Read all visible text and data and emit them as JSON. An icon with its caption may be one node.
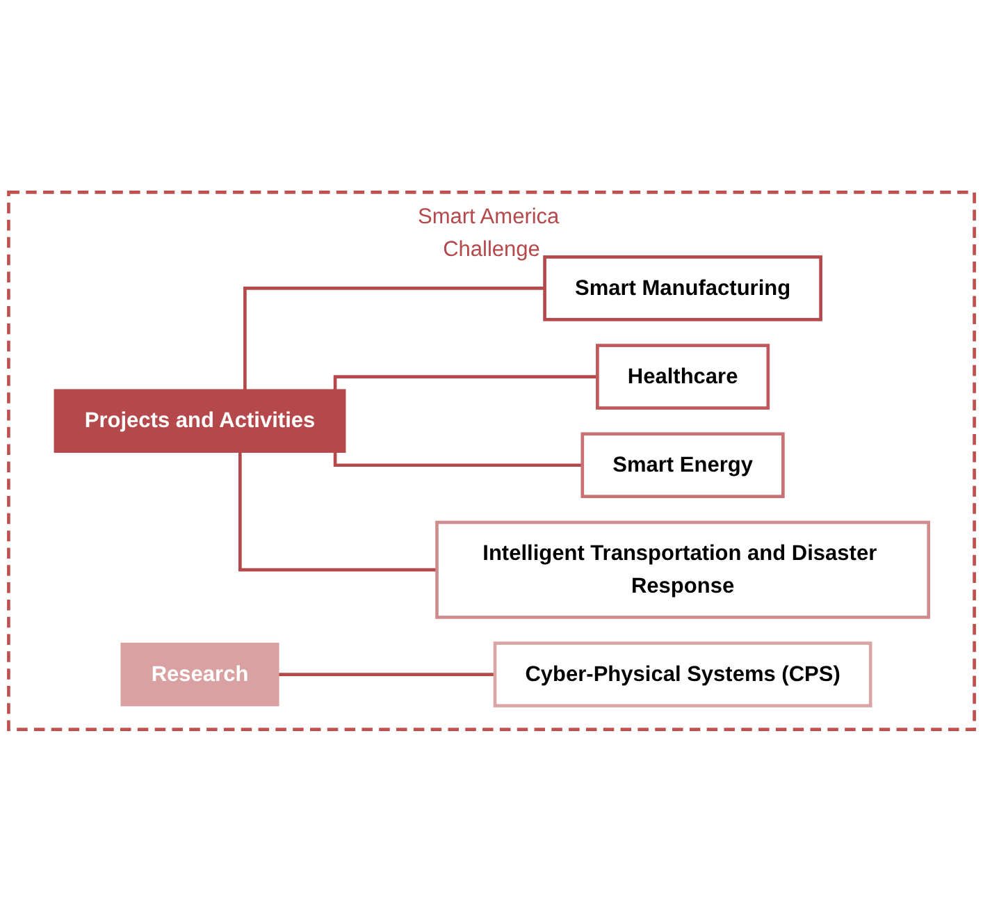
{
  "diagram": {
    "nodes": [
      {
        "text": [
          "Smart America Challenge"
        ]
      },
      {
        "text": [
          "Projects and Activities"
        ],
        "in": 0
      },
      {
        "text": [
          "Smart Manufacturing"
        ],
        "in": 0
      },
      {
        "text": [
          "Healthcare"
        ],
        "in": 0
      },
      {
        "text": [
          "Smart Energy"
        ],
        "in": 0
      },
      {
        "text": [
          "Intelligent Transportation and Disaster Response"
        ],
        "in": 0
      },
      {
        "text": [
          "Research"
        ],
        "in": 0
      },
      {
        "text": [
          "Cyber-Physical Systems (CPS)"
        ],
        "in": 0
      }
    ],
    "edges": [
      {
        "from": 1,
        "to": 2,
        "arrow": "none"
      },
      {
        "from": 1,
        "to": 3,
        "arrow": "none"
      },
      {
        "from": 1,
        "to": 4,
        "arrow": "none"
      },
      {
        "from": 1,
        "to": 5,
        "arrow": "none"
      },
      {
        "from": 6,
        "to": 7,
        "arrow": "none"
      }
    ]
  }
}
